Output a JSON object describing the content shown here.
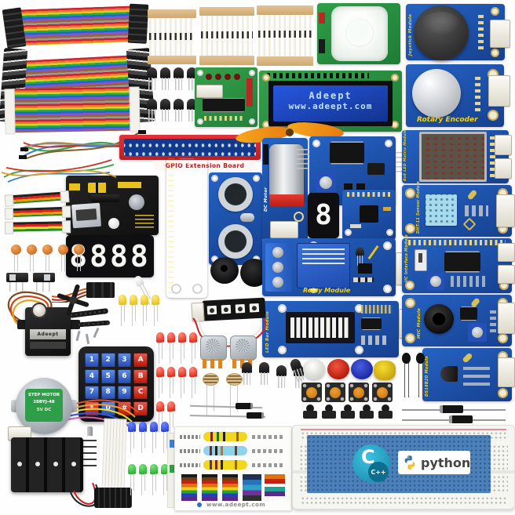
{
  "photo_title": "Electronics starter kit components on white background",
  "modules": {
    "joystick": {
      "label": "Joystick Module"
    },
    "rotary_encoder": {
      "label": "Rotary Encoder"
    },
    "lcd1602": {
      "line1": "Adeept",
      "line2": "www.adeept.com"
    },
    "gpio_board": {
      "label": "GPIO Extension Board"
    },
    "led_matrix": {
      "label": "8x8 LED Matrix Module"
    },
    "dht11": {
      "label": "DHT-11 Sensor Module"
    },
    "iic": {
      "label": "IIC Interface Module"
    },
    "mic": {
      "label": "MIC Module"
    },
    "ds18b20": {
      "label": "DS18B20 Module"
    },
    "relay": {
      "label": "Relay Module"
    },
    "led_bar": {
      "label": "LED Bar Module"
    },
    "dc_motor": {
      "label": "DC Motor"
    },
    "stepper_motor": {
      "line1": "STEP MOTOR",
      "line2": "28BYJ-48",
      "line3": "5V DC"
    },
    "servo": {
      "brand": "Adeept"
    },
    "segment4": {
      "digits": "8888"
    },
    "segment1": {
      "digit": "8"
    }
  },
  "keypad": {
    "keys": [
      "1",
      "2",
      "3",
      "A",
      "4",
      "5",
      "6",
      "B",
      "7",
      "8",
      "9",
      "C",
      "*",
      "0",
      "#",
      "D"
    ]
  },
  "breadboard": {
    "c_logo": "C",
    "cpp_logo": "C++",
    "python_label": "python"
  },
  "resistor_card": {
    "website": "www.adeept.com"
  },
  "colors": {
    "pcb_blue": "#2563c4",
    "pcb_red": "#d8262c",
    "pcb_green": "#2f9e49",
    "lcd_blue": "#1b49d6",
    "label_yellow": "#f2d114",
    "python_blue": "#3472a6",
    "python_yellow": "#f0c030",
    "c_logo_teal": "#25a6c8"
  }
}
